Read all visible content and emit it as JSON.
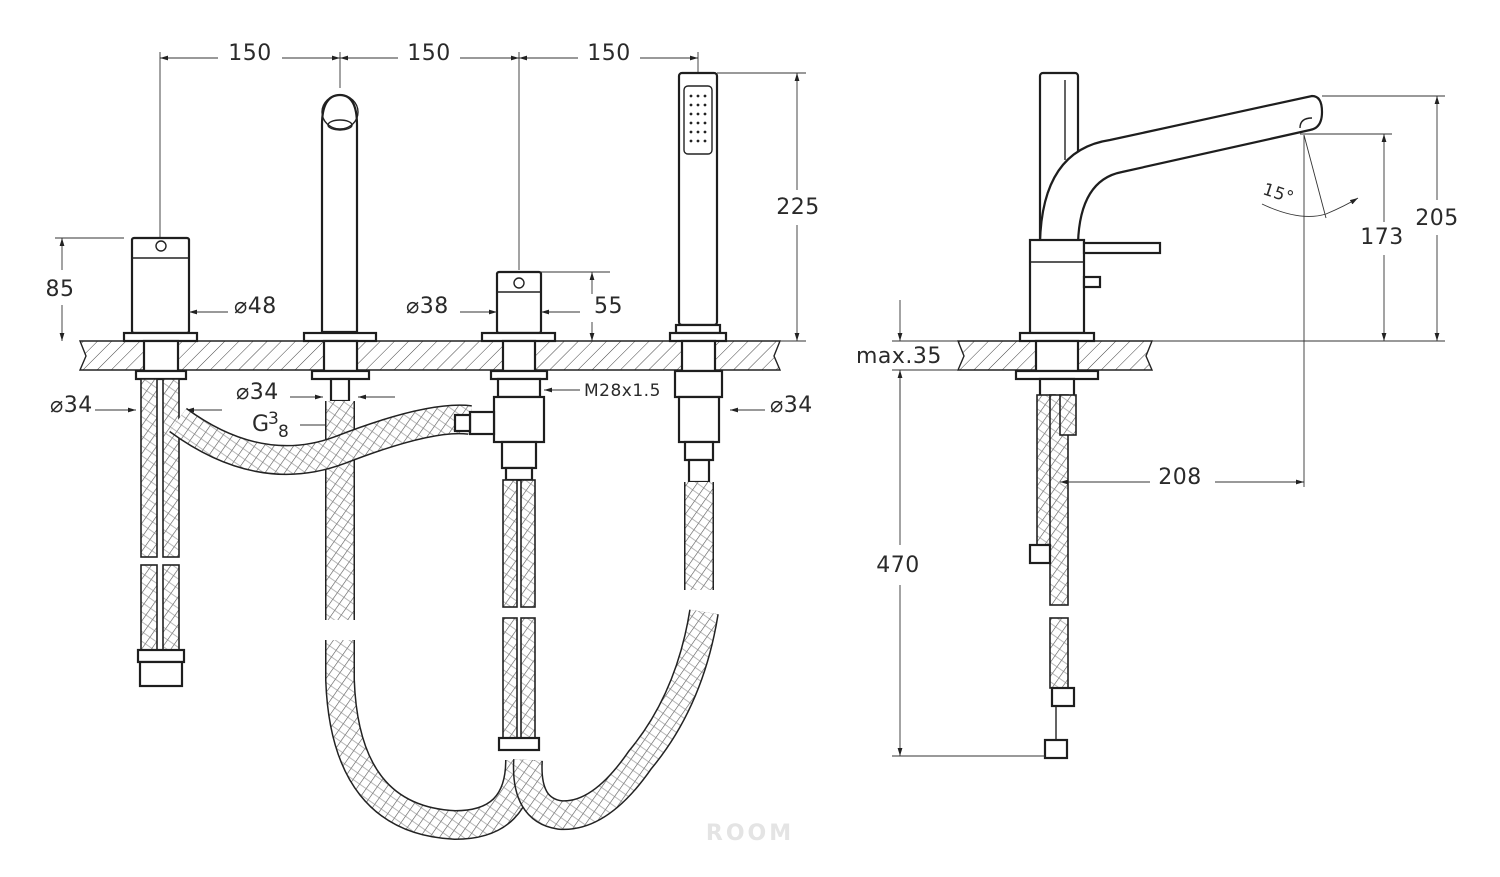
{
  "dimensions": {
    "spacing_1": "150",
    "spacing_2": "150",
    "spacing_3": "150",
    "mixer_height": "85",
    "mixer_diameter": "⌀48",
    "valve_diameter": "⌀38",
    "valve_height": "55",
    "handshower_height": "225",
    "mixer_shank": "⌀34",
    "spout_shank": "⌀34",
    "thread_g": "G",
    "thread_num": "3",
    "thread_den": "8",
    "thread_m": "M28x1.5",
    "handshower_shank": "⌀34",
    "deck_max": "max.35",
    "hose_length": "470",
    "spout_reach": "208",
    "spout_height_outlet": "173",
    "spout_height_total": "205",
    "spout_angle": "15°"
  },
  "watermark": {
    "brand": "ROOM"
  }
}
